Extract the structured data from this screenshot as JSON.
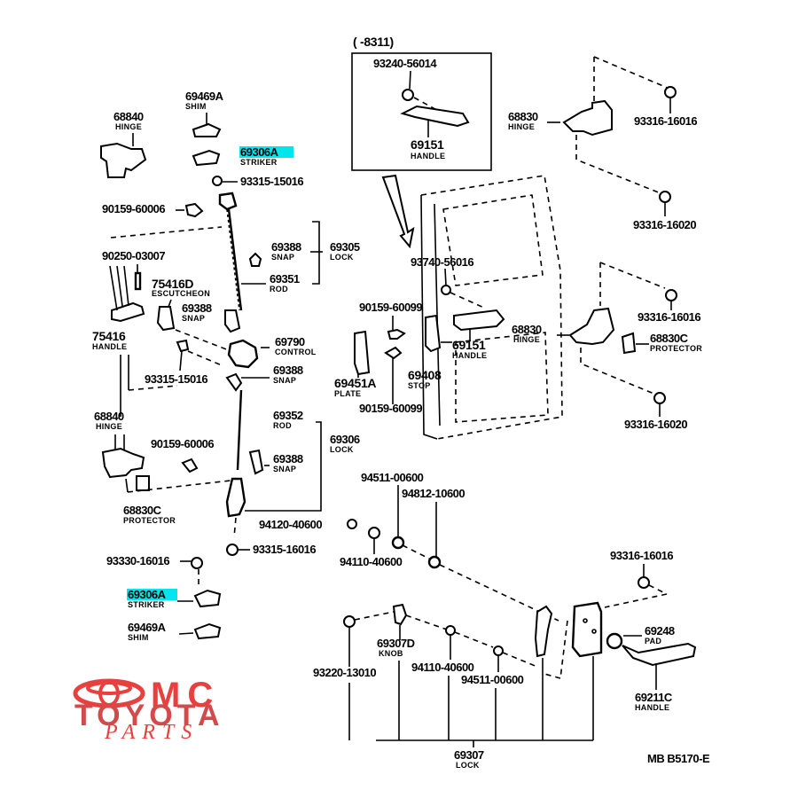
{
  "diagram": {
    "inset": {
      "range_label": "(      -8311)"
    },
    "callouts": {
      "inset_nut": {
        "part": "93240-56014"
      },
      "inset_handle": {
        "part": "69151",
        "name": "HANDLE"
      },
      "shim_top": {
        "part": "69469A",
        "name": "SHIM"
      },
      "hinge_left_top": {
        "part": "68840",
        "name": "HINGE"
      },
      "striker_top": {
        "part": "69306A",
        "name": "STRIKER",
        "highlighted": true
      },
      "bolt_striker_top": {
        "part": "93315-15016"
      },
      "screw_90159_top": {
        "part": "90159-60006"
      },
      "pin_90250": {
        "part": "90250-03007"
      },
      "snap_69388_a": {
        "part": "69388",
        "name": "SNAP"
      },
      "lock_69305": {
        "part": "69305",
        "name": "LOCK"
      },
      "rod_69351": {
        "part": "69351",
        "name": "ROD"
      },
      "escutcheon": {
        "part": "75416D",
        "name": "ESCUTCHEON"
      },
      "snap_69388_b": {
        "part": "69388",
        "name": "SNAP"
      },
      "handle_75416": {
        "part": "75416",
        "name": "HANDLE"
      },
      "control_69790": {
        "part": "69790",
        "name": "CONTROL"
      },
      "snap_69388_c": {
        "part": "69388",
        "name": "SNAP"
      },
      "bolt_93315_mid": {
        "part": "93315-15016"
      },
      "hinge_left_bottom": {
        "part": "68840",
        "name": "HINGE"
      },
      "rod_69352": {
        "part": "69352",
        "name": "ROD"
      },
      "lock_69306": {
        "part": "69306",
        "name": "LOCK"
      },
      "screw_90159_mid": {
        "part": "90159-60006"
      },
      "snap_69388_d": {
        "part": "69388",
        "name": "SNAP"
      },
      "protector_left": {
        "part": "68830C",
        "name": "PROTECTOR"
      },
      "bolt_94120": {
        "part": "94120-40600"
      },
      "bolt_93315_low": {
        "part": "93315-16016"
      },
      "bolt_93330": {
        "part": "93330-16016"
      },
      "striker_bottom": {
        "part": "69306A",
        "name": "STRIKER",
        "highlighted": true
      },
      "shim_bottom": {
        "part": "69469A",
        "name": "SHIM"
      },
      "hinge_right_top": {
        "part": "68830",
        "name": "HINGE"
      },
      "bolt_93316_top": {
        "part": "93316-16016"
      },
      "bolt_93316_top2": {
        "part": "93316-16020"
      },
      "screw_93740": {
        "part": "93740-56016"
      },
      "screw_90159_r1": {
        "part": "90159-60099"
      },
      "handle_69151": {
        "part": "69151",
        "name": "HANDLE"
      },
      "hinge_right_mid": {
        "part": "68830",
        "name": "HINGE"
      },
      "bolt_93316_mid": {
        "part": "93316-16016"
      },
      "protector_right": {
        "part": "68830C",
        "name": "PROTECTOR"
      },
      "plate_69451A": {
        "part": "69451A",
        "name": "PLATE"
      },
      "stop_69408": {
        "part": "69408",
        "name": "STOP"
      },
      "screw_90159_r2": {
        "part": "90159-60099"
      },
      "bolt_93316_mid2": {
        "part": "93316-16020"
      },
      "nut_94511_a": {
        "part": "94511-00600"
      },
      "washer_94812": {
        "part": "94812-10600"
      },
      "bolt_94110_a": {
        "part": "94110-40600"
      },
      "bolt_93316_low": {
        "part": "93316-16016"
      },
      "pad_69248": {
        "part": "69248",
        "name": "PAD"
      },
      "handle_69211C": {
        "part": "69211C",
        "name": "HANDLE"
      },
      "knob_69307D": {
        "part": "69307D",
        "name": "KNOB"
      },
      "screw_93220": {
        "part": "93220-13010"
      },
      "bolt_94110_b": {
        "part": "94110-40600"
      },
      "nut_94511_b": {
        "part": "94511-00600"
      },
      "lock_69307": {
        "part": "69307",
        "name": "LOCK"
      }
    },
    "drawing_code": "MB  B5170-E"
  },
  "logo": {
    "line1": "MC",
    "line2": "TOYOTA",
    "line3": "PARTS",
    "colors": {
      "primary": "#e8403e",
      "secondary": "#d24a4a"
    }
  },
  "colors": {
    "highlight": "#00e5ee",
    "ink": "#000000"
  }
}
